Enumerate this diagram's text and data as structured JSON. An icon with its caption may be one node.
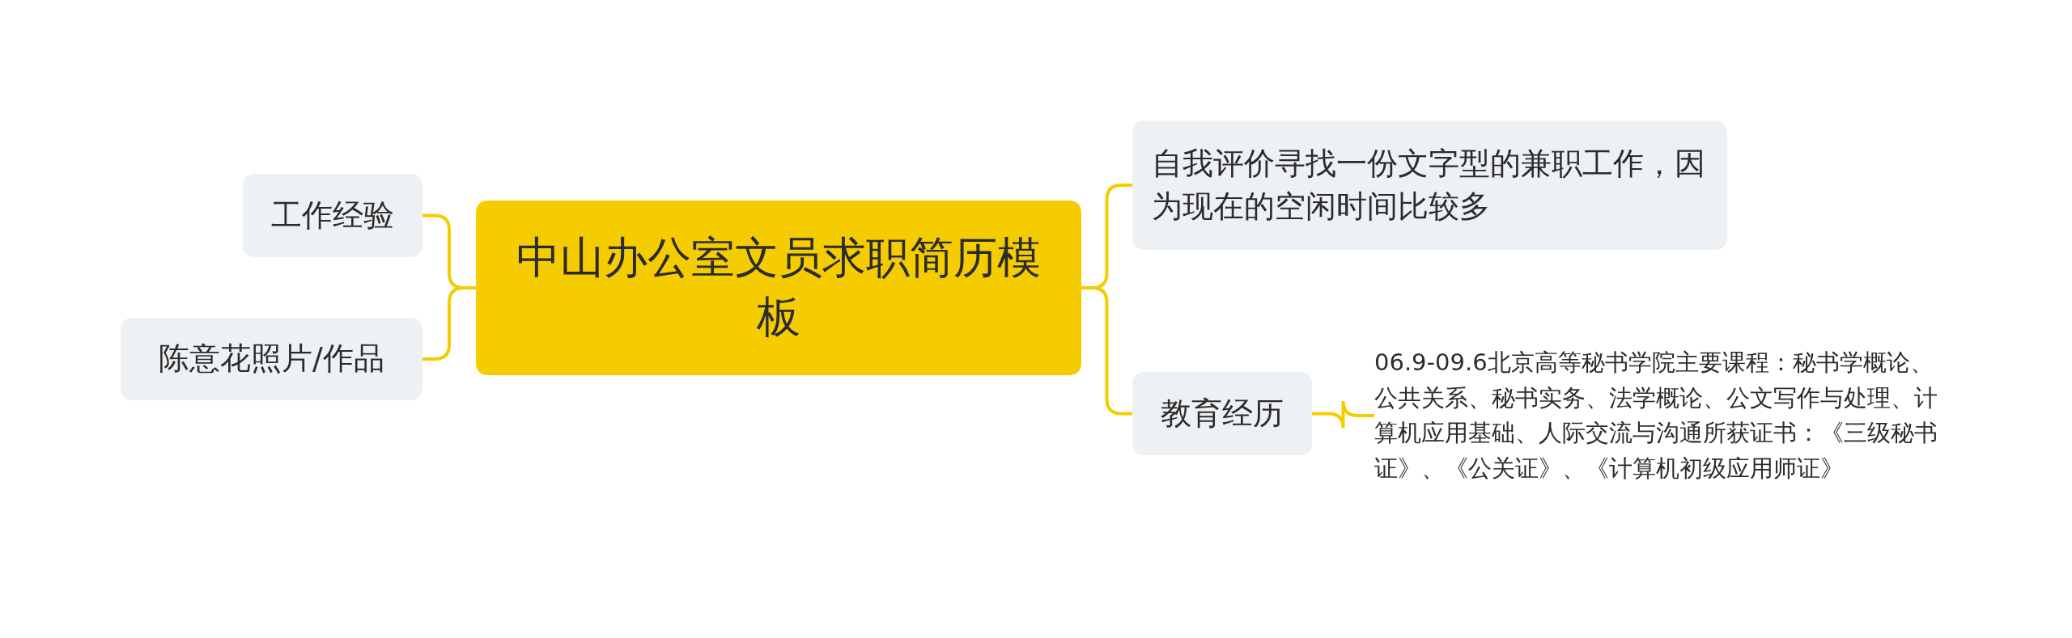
{
  "diagram": {
    "nodes": [
      {
        "text": [
          "中山办公室文员求职简历模板"
        ]
      },
      {
        "text": [
          "工作经验"
        ]
      },
      {
        "text": [
          "陈意花照片/作品"
        ]
      },
      {
        "text": [
          "自我评价寻找一份文字型的兼职工作，因为现在的空闲时间比较多"
        ]
      },
      {
        "text": [
          "教育经历"
        ]
      },
      {
        "text": [
          "06.9-09.6北京高等秘书学院主要课程：秘书学概论、公共关系、秘书实务、法学概论、公文写作与处理、计算机应用基础、人际交流与沟通所获证书：《三级秘书证》、《公关证》、《计算机初级应用师证》"
        ]
      }
    ],
    "edges": [
      {
        "from": 0,
        "to": 1,
        "arrow": "none"
      },
      {
        "from": 0,
        "to": 2,
        "arrow": "none"
      },
      {
        "from": 0,
        "to": 3,
        "arrow": "none"
      },
      {
        "from": 0,
        "to": 4,
        "arrow": "none"
      },
      {
        "from": 4,
        "to": 5,
        "arrow": "none"
      }
    ]
  }
}
